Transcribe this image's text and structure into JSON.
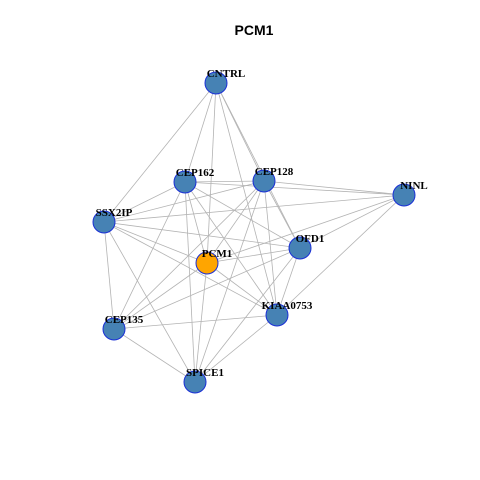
{
  "title": "PCM1",
  "colors": {
    "node_fill": "#4682b4",
    "node_stroke": "#1a2fd6",
    "highlight_fill": "#ffa500",
    "edge": "#b3b3b3",
    "background": "#ffffff"
  },
  "nodes": [
    {
      "id": "CNTRL",
      "label": "CNTRL",
      "highlight": false
    },
    {
      "id": "CEP162",
      "label": "CEP162",
      "highlight": false
    },
    {
      "id": "CEP128",
      "label": "CEP128",
      "highlight": false
    },
    {
      "id": "NINL",
      "label": "NINL",
      "highlight": false
    },
    {
      "id": "SSX2IP",
      "label": "SSX2IP",
      "highlight": false
    },
    {
      "id": "OFD1",
      "label": "OFD1",
      "highlight": false
    },
    {
      "id": "PCM1",
      "label": "PCM1",
      "highlight": true
    },
    {
      "id": "KIAA0753",
      "label": "KIAA0753",
      "highlight": false
    },
    {
      "id": "CEP135",
      "label": "CEP135",
      "highlight": false
    },
    {
      "id": "SPICE1",
      "label": "SPICE1",
      "highlight": false
    }
  ],
  "edges": [
    [
      "CNTRL",
      "SSX2IP"
    ],
    [
      "CNTRL",
      "CEP162"
    ],
    [
      "CNTRL",
      "CEP128"
    ],
    [
      "CNTRL",
      "PCM1"
    ],
    [
      "CNTRL",
      "OFD1"
    ],
    [
      "CNTRL",
      "KIAA0753"
    ],
    [
      "CEP162",
      "CEP128"
    ],
    [
      "CEP162",
      "NINL"
    ],
    [
      "CEP162",
      "SSX2IP"
    ],
    [
      "CEP162",
      "OFD1"
    ],
    [
      "CEP162",
      "PCM1"
    ],
    [
      "CEP162",
      "KIAA0753"
    ],
    [
      "CEP162",
      "CEP135"
    ],
    [
      "CEP162",
      "SPICE1"
    ],
    [
      "CEP128",
      "NINL"
    ],
    [
      "CEP128",
      "SSX2IP"
    ],
    [
      "CEP128",
      "OFD1"
    ],
    [
      "CEP128",
      "PCM1"
    ],
    [
      "CEP128",
      "KIAA0753"
    ],
    [
      "CEP128",
      "CEP135"
    ],
    [
      "CEP128",
      "SPICE1"
    ],
    [
      "NINL",
      "SSX2IP"
    ],
    [
      "NINL",
      "OFD1"
    ],
    [
      "NINL",
      "PCM1"
    ],
    [
      "NINL",
      "KIAA0753"
    ],
    [
      "SSX2IP",
      "OFD1"
    ],
    [
      "SSX2IP",
      "PCM1"
    ],
    [
      "SSX2IP",
      "KIAA0753"
    ],
    [
      "SSX2IP",
      "CEP135"
    ],
    [
      "SSX2IP",
      "SPICE1"
    ],
    [
      "OFD1",
      "PCM1"
    ],
    [
      "OFD1",
      "CEP135"
    ],
    [
      "OFD1",
      "SPICE1"
    ],
    [
      "OFD1",
      "KIAA0753"
    ],
    [
      "PCM1",
      "KIAA0753"
    ],
    [
      "PCM1",
      "CEP135"
    ],
    [
      "PCM1",
      "SPICE1"
    ],
    [
      "KIAA0753",
      "CEP135"
    ],
    [
      "KIAA0753",
      "SPICE1"
    ],
    [
      "CEP135",
      "SPICE1"
    ]
  ]
}
